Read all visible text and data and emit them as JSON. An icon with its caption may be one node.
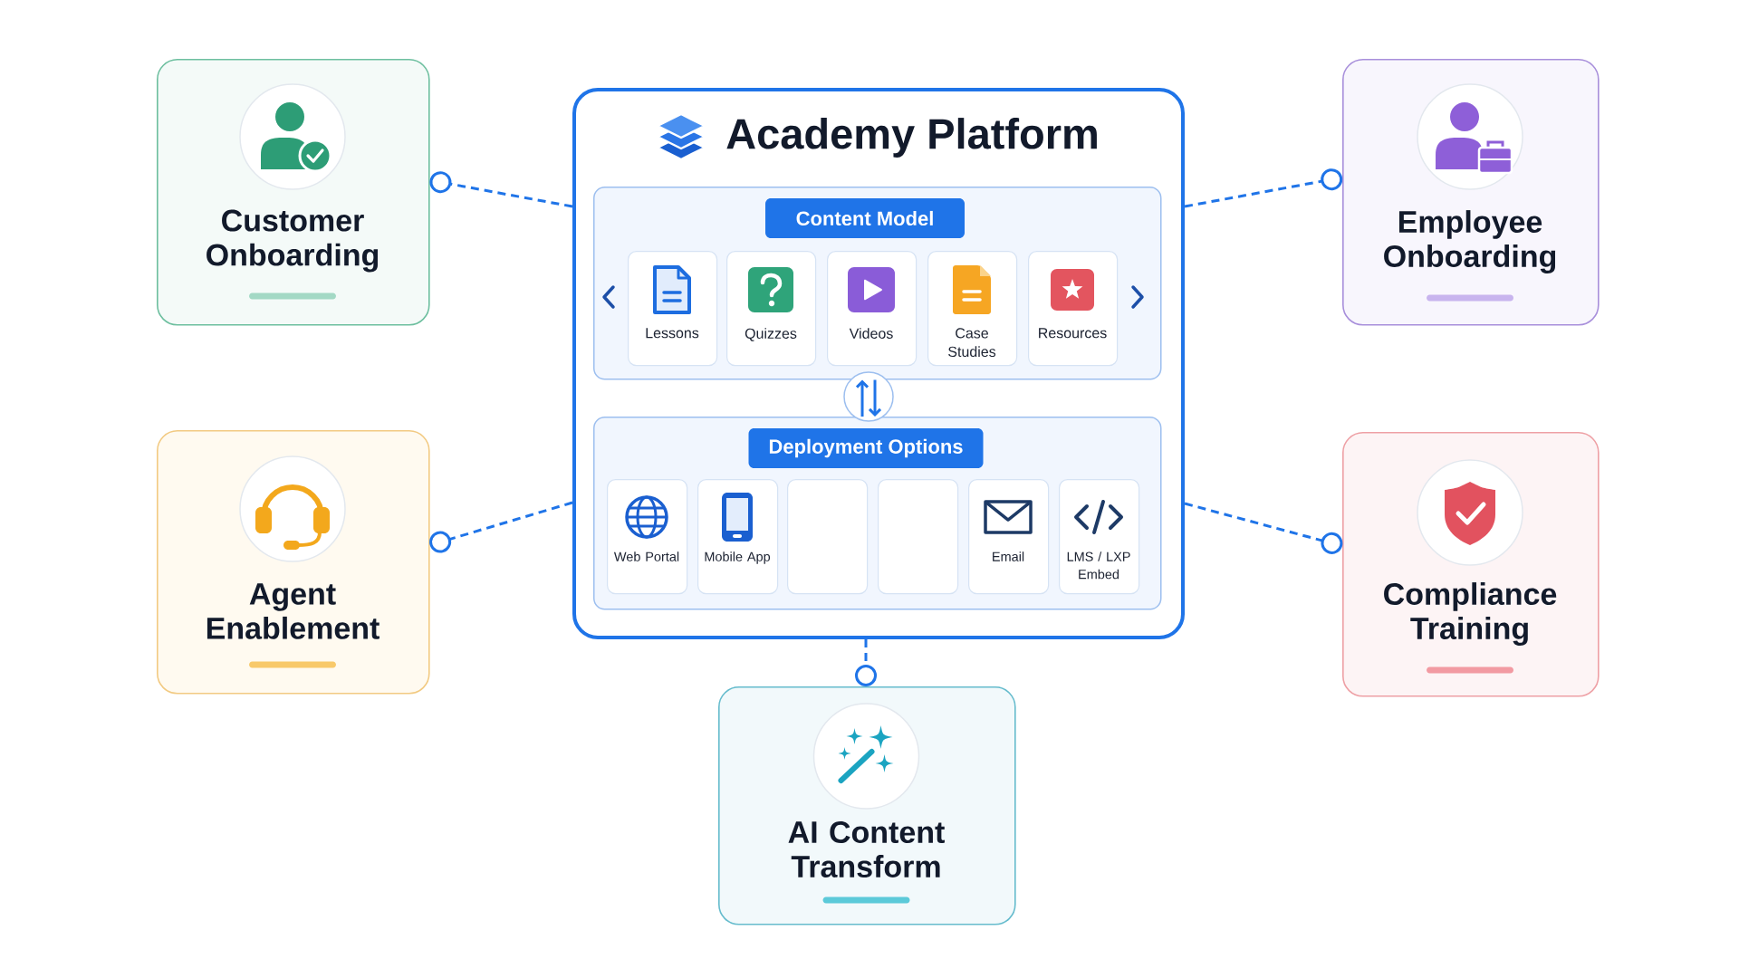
{
  "diagram": {
    "nodes": [
      {
        "text": [
          "Customer Onboarding"
        ]
      },
      {
        "text": [
          "Academy Platform"
        ]
      },
      {
        "text": [
          "Content Model"
        ],
        "in": 1
      },
      {
        "text": [
          "Lessons"
        ],
        "in": 2
      },
      {
        "text": [
          "Quizzes"
        ],
        "in": 2
      },
      {
        "text": [
          "Videos"
        ],
        "in": 2
      },
      {
        "text": [
          "Case Studies"
        ],
        "in": 2
      },
      {
        "text": [
          "Resources"
        ],
        "in": 2
      },
      {
        "text": [
          "Deployment Options"
        ],
        "in": 1
      },
      {
        "text": [
          "Web Portal"
        ],
        "in": 8
      },
      {
        "text": [
          "Mobile App"
        ],
        "in": 8
      },
      {
        "text": [],
        "shape": "box",
        "in": 8
      },
      {
        "text": [],
        "shape": "box",
        "in": 8
      },
      {
        "text": [
          "Email"
        ],
        "in": 8
      },
      {
        "text": [
          "LMS / LXP Embed"
        ],
        "in": 8
      },
      {
        "text": [
          "Employee Onboarding"
        ]
      },
      {
        "text": [
          "Agent Enablement"
        ]
      },
      {
        "text": [
          "Compliance Training"
        ]
      },
      {
        "text": [
          "AI Content Transform"
        ]
      }
    ],
    "edges": [
      {
        "from": 1,
        "to": 0,
        "arrow": "other",
        "style": "dashed"
      },
      {
        "from": 1,
        "to": 15,
        "arrow": "other",
        "style": "dashed"
      },
      {
        "from": 1,
        "to": 16,
        "arrow": "other",
        "style": "dashed"
      },
      {
        "from": 1,
        "to": 17,
        "arrow": "other",
        "style": "dashed"
      },
      {
        "from": 1,
        "to": 18,
        "arrow": "other",
        "style": "dashed"
      },
      {
        "from": 8,
        "to": 2,
        "arrow": "to"
      },
      {
        "from": 2,
        "to": 8,
        "arrow": "to"
      }
    ]
  }
}
